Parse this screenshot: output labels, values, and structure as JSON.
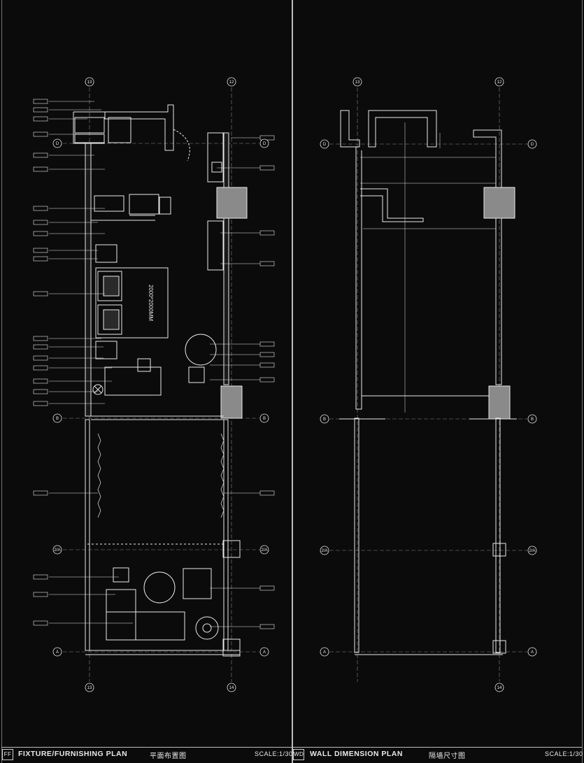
{
  "left_panel": {
    "code": "FF",
    "title": "FIXTURE/FURNISHING PLAN",
    "title_cn": "平面布置图",
    "scale": "SCALE:1/30",
    "grid_labels": {
      "col_left": "13",
      "col_right": "12",
      "col_bottom_left": "13",
      "col_bottom_right": "14",
      "row_D": "D",
      "row_B": "B",
      "row_2A": "2/A",
      "row_A": "A"
    },
    "bed_label": "2000*2000MM"
  },
  "right_panel": {
    "code": "WD",
    "title": "WALL DIMENSION PLAN",
    "title_cn": "隔墙尺寸图",
    "scale": "SCALE:1/30",
    "grid_labels": {
      "col_left": "13",
      "col_right": "12",
      "col_bottom": "14",
      "row_D": "D",
      "row_B": "B",
      "row_2A": "2/A",
      "row_A": "A"
    }
  },
  "colors": {
    "background": "#0b0b0b",
    "line": "#e8e8e8",
    "column_fill": "#8a8a8a"
  }
}
